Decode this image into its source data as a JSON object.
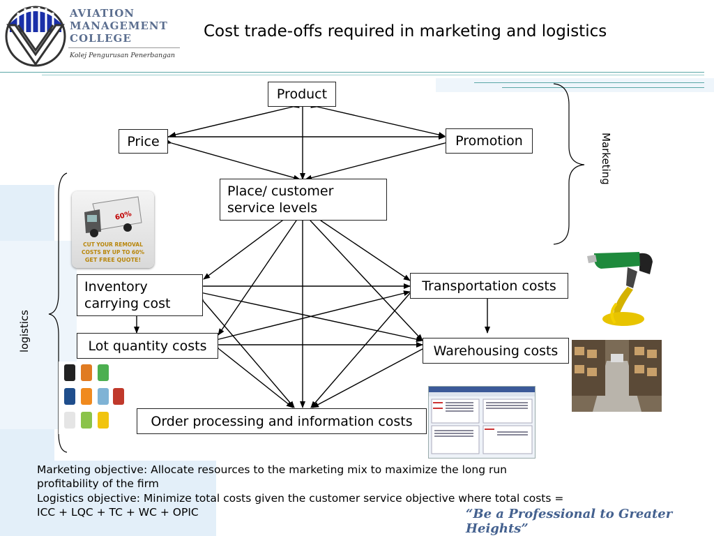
{
  "header": {
    "logo_line1": "AVIATION",
    "logo_line2": "MANAGEMENT",
    "logo_line3": "COLLEGE",
    "logo_subtitle": "Kolej Pengurusan Penerbangan",
    "title": "Cost trade-offs required in marketing and logistics"
  },
  "diagram": {
    "nodes": {
      "product": "Product",
      "price": "Price",
      "promotion": "Promotion",
      "place": "Place/ customer service levels",
      "inventory": "Inventory carrying cost",
      "transportation": "Transportation costs",
      "lot_quantity": "Lot quantity costs",
      "warehousing": "Warehousing costs",
      "order_processing": "Order processing and information costs"
    },
    "brace_labels": {
      "marketing": "Marketing",
      "logistics": "logistics"
    },
    "truck_ad": {
      "badge": "60%",
      "line1": "CUT YOUR REMOVAL",
      "line2": "COSTS BY UP TO 60%",
      "line3": "GET FREE QUOTE!"
    }
  },
  "footer": {
    "marketing_line1": "Marketing objective: Allocate resources to the marketing mix to maximize the long run",
    "marketing_line2": "profitability of the firm",
    "logistics_line1": "Logistics objective: Minimize total costs given the customer service objective where total costs =",
    "logistics_line2": "ICC + LQC + TC + WC + OPIC",
    "slogan": "“Be a Professional to Greater Heights”"
  },
  "colors": {
    "logo_blue": "#1a2fa8",
    "logo_text": "#5b6e8f",
    "rule": "#5aa6a6",
    "band": "#e3eff9",
    "slogan": "#44618f"
  }
}
